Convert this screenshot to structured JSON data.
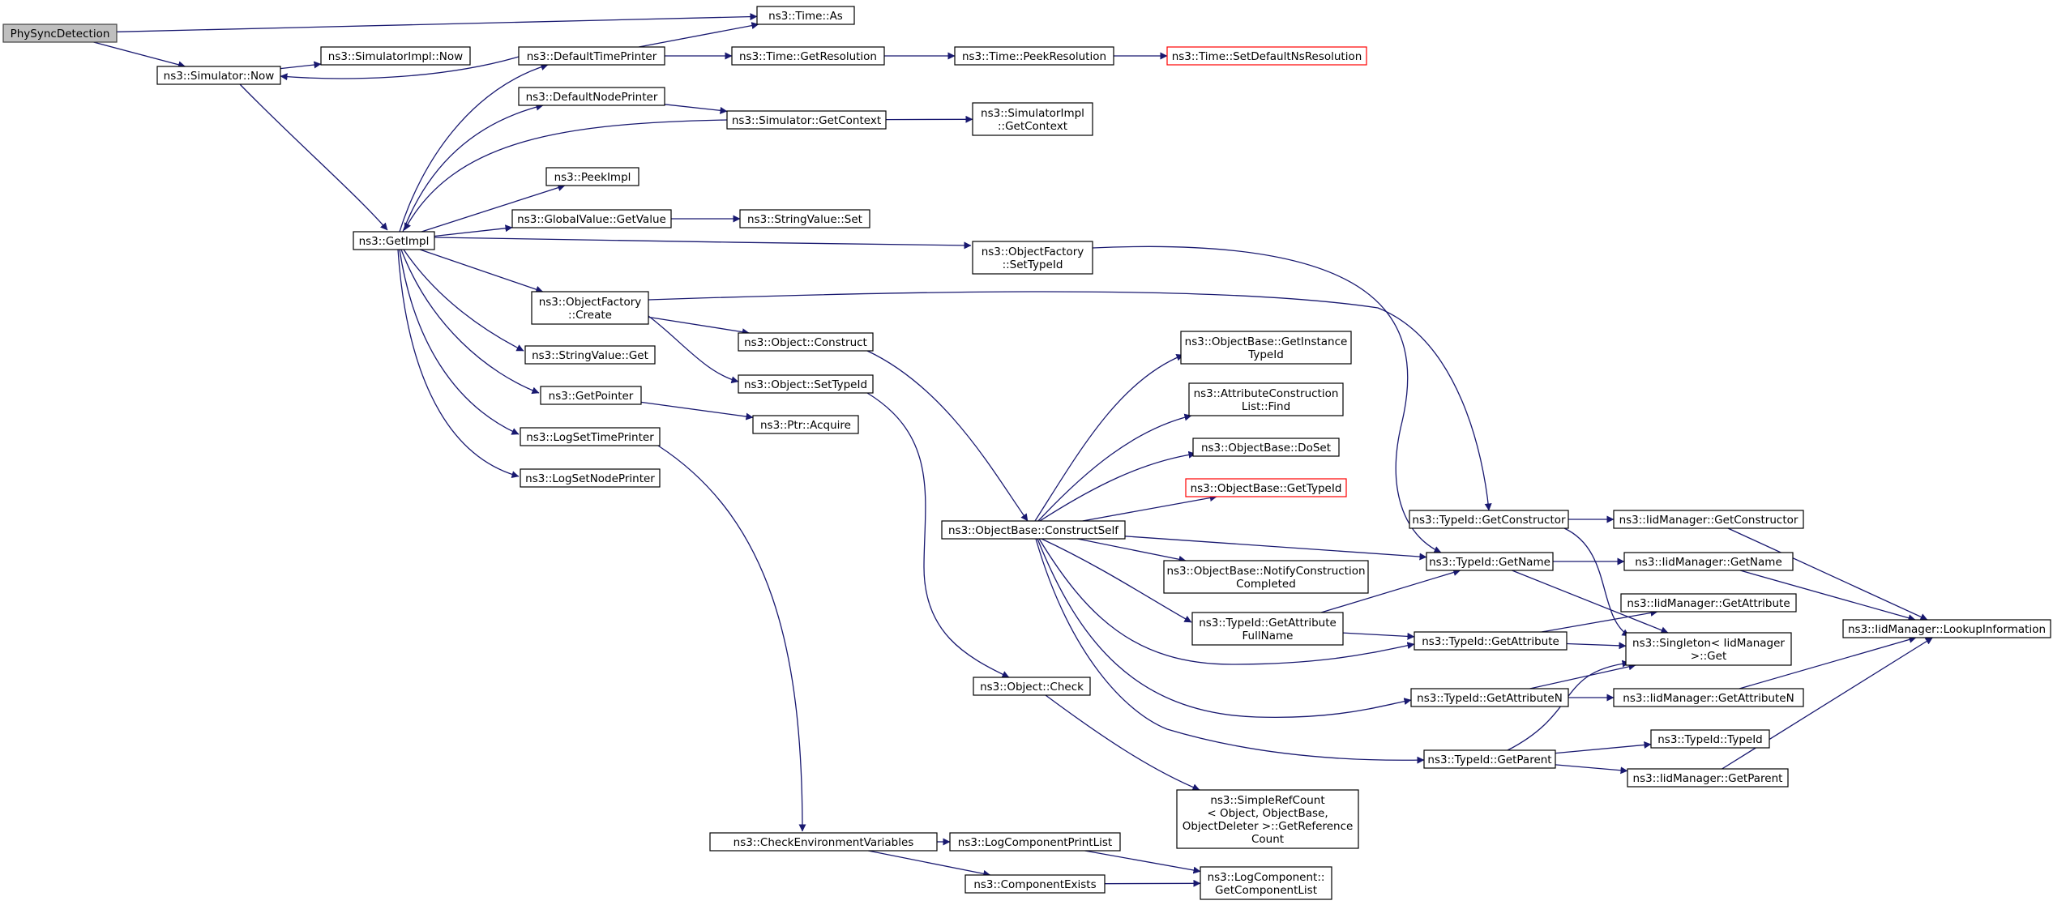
{
  "diagram": {
    "nodes": [
      {
        "id": "physync",
        "label": [
          "PhySyncDetection"
        ],
        "style": "root"
      },
      {
        "id": "sim_now",
        "label": [
          "ns3::Simulator::Now"
        ]
      },
      {
        "id": "simimpl_now",
        "label": [
          "ns3::SimulatorImpl::Now"
        ]
      },
      {
        "id": "time_as",
        "label": [
          "ns3::Time::As"
        ]
      },
      {
        "id": "def_time_printer",
        "label": [
          "ns3::DefaultTimePrinter"
        ]
      },
      {
        "id": "time_getres",
        "label": [
          "ns3::Time::GetResolution"
        ]
      },
      {
        "id": "time_peekres",
        "label": [
          "ns3::Time::PeekResolution"
        ]
      },
      {
        "id": "time_setdef",
        "label": [
          "ns3::Time::SetDefaultNsResolution"
        ],
        "style": "red"
      },
      {
        "id": "def_node_printer",
        "label": [
          "ns3::DefaultNodePrinter"
        ]
      },
      {
        "id": "sim_getctx",
        "label": [
          "ns3::Simulator::GetContext"
        ]
      },
      {
        "id": "simimpl_getctx",
        "label": [
          "ns3::SimulatorImpl",
          "::GetContext"
        ]
      },
      {
        "id": "peekimpl",
        "label": [
          "ns3::PeekImpl"
        ]
      },
      {
        "id": "gv_getvalue",
        "label": [
          "ns3::GlobalValue::GetValue"
        ]
      },
      {
        "id": "sv_set",
        "label": [
          "ns3::StringValue::Set"
        ]
      },
      {
        "id": "getimpl",
        "label": [
          "ns3::GetImpl"
        ]
      },
      {
        "id": "of_settypeid",
        "label": [
          "ns3::ObjectFactory",
          "::SetTypeId"
        ]
      },
      {
        "id": "of_create",
        "label": [
          "ns3::ObjectFactory",
          "::Create"
        ]
      },
      {
        "id": "obj_construct",
        "label": [
          "ns3::Object::Construct"
        ]
      },
      {
        "id": "obj_settypeid",
        "label": [
          "ns3::Object::SetTypeId"
        ]
      },
      {
        "id": "sv_get",
        "label": [
          "ns3::StringValue::Get"
        ]
      },
      {
        "id": "getpointer",
        "label": [
          "ns3::GetPointer"
        ]
      },
      {
        "id": "ptr_acquire",
        "label": [
          "ns3::Ptr::Acquire"
        ]
      },
      {
        "id": "logsettime",
        "label": [
          "ns3::LogSetTimePrinter"
        ]
      },
      {
        "id": "logsetnode",
        "label": [
          "ns3::LogSetNodePrinter"
        ]
      },
      {
        "id": "ob_getinst",
        "label": [
          "ns3::ObjectBase::GetInstance",
          "TypeId"
        ]
      },
      {
        "id": "acl_find",
        "label": [
          "ns3::AttributeConstruction",
          "List::Find"
        ]
      },
      {
        "id": "ob_doset",
        "label": [
          "ns3::ObjectBase::DoSet"
        ]
      },
      {
        "id": "ob_gettypeid",
        "label": [
          "ns3::ObjectBase::GetTypeId"
        ],
        "style": "red"
      },
      {
        "id": "ob_constructself",
        "label": [
          "ns3::ObjectBase::ConstructSelf"
        ]
      },
      {
        "id": "ob_notify",
        "label": [
          "ns3::ObjectBase::NotifyConstruction",
          "Completed"
        ]
      },
      {
        "id": "tid_getattrfull",
        "label": [
          "ns3::TypeId::GetAttribute",
          "FullName"
        ]
      },
      {
        "id": "tid_getctor",
        "label": [
          "ns3::TypeId::GetConstructor"
        ]
      },
      {
        "id": "iid_getctor",
        "label": [
          "ns3::IidManager::GetConstructor"
        ]
      },
      {
        "id": "tid_getname",
        "label": [
          "ns3::TypeId::GetName"
        ]
      },
      {
        "id": "iid_getname",
        "label": [
          "ns3::IidManager::GetName"
        ]
      },
      {
        "id": "iid_getattr",
        "label": [
          "ns3::IidManager::GetAttribute"
        ]
      },
      {
        "id": "tid_getattr",
        "label": [
          "ns3::TypeId::GetAttribute"
        ]
      },
      {
        "id": "singleton_get",
        "label": [
          "ns3::Singleton< IidManager",
          ">::Get"
        ]
      },
      {
        "id": "iid_lookup",
        "label": [
          "ns3::IidManager::LookupInformation"
        ]
      },
      {
        "id": "obj_check",
        "label": [
          "ns3::Object::Check"
        ]
      },
      {
        "id": "tid_getattrn",
        "label": [
          "ns3::TypeId::GetAttributeN"
        ]
      },
      {
        "id": "iid_getattrn",
        "label": [
          "ns3::IidManager::GetAttributeN"
        ]
      },
      {
        "id": "tid_typeid",
        "label": [
          "ns3::TypeId::TypeId"
        ]
      },
      {
        "id": "tid_getparent",
        "label": [
          "ns3::TypeId::GetParent"
        ]
      },
      {
        "id": "iid_getparent",
        "label": [
          "ns3::IidManager::GetParent"
        ]
      },
      {
        "id": "src_getref",
        "label": [
          "ns3::SimpleRefCount",
          "< Object, ObjectBase,",
          " ObjectDeleter >::GetReference",
          "Count"
        ]
      },
      {
        "id": "check_env",
        "label": [
          "ns3::CheckEnvironmentVariables"
        ]
      },
      {
        "id": "logcomp_printlist",
        "label": [
          "ns3::LogComponentPrintList"
        ]
      },
      {
        "id": "comp_exists",
        "label": [
          "ns3::ComponentExists"
        ]
      },
      {
        "id": "logcomp_getlist",
        "label": [
          "ns3::LogComponent::",
          "GetComponentList"
        ]
      }
    ],
    "edges": [
      [
        "physync",
        "time_as"
      ],
      [
        "physync",
        "sim_now"
      ],
      [
        "sim_now",
        "simimpl_now"
      ],
      [
        "sim_now",
        "getimpl"
      ],
      [
        "def_time_printer",
        "time_as"
      ],
      [
        "def_time_printer",
        "sim_now"
      ],
      [
        "def_time_printer",
        "time_getres"
      ],
      [
        "time_getres",
        "time_peekres"
      ],
      [
        "time_peekres",
        "time_setdef"
      ],
      [
        "def_node_printer",
        "sim_getctx"
      ],
      [
        "sim_getctx",
        "simimpl_getctx"
      ],
      [
        "sim_getctx",
        "getimpl"
      ],
      [
        "getimpl",
        "def_time_printer"
      ],
      [
        "getimpl",
        "def_node_printer"
      ],
      [
        "getimpl",
        "peekimpl"
      ],
      [
        "getimpl",
        "gv_getvalue"
      ],
      [
        "gv_getvalue",
        "sv_set"
      ],
      [
        "getimpl",
        "of_settypeid"
      ],
      [
        "getimpl",
        "of_create"
      ],
      [
        "getimpl",
        "sv_get"
      ],
      [
        "getimpl",
        "getpointer"
      ],
      [
        "getimpl",
        "logsettime"
      ],
      [
        "getimpl",
        "logsetnode"
      ],
      [
        "of_settypeid",
        "tid_getname"
      ],
      [
        "of_create",
        "tid_getctor"
      ],
      [
        "of_create",
        "obj_construct"
      ],
      [
        "of_create",
        "obj_settypeid"
      ],
      [
        "getpointer",
        "ptr_acquire"
      ],
      [
        "obj_construct",
        "ob_constructself"
      ],
      [
        "obj_settypeid",
        "obj_check"
      ],
      [
        "logsettime",
        "check_env"
      ],
      [
        "ob_constructself",
        "ob_getinst"
      ],
      [
        "ob_constructself",
        "acl_find"
      ],
      [
        "ob_constructself",
        "ob_doset"
      ],
      [
        "ob_constructself",
        "ob_gettypeid"
      ],
      [
        "ob_constructself",
        "tid_getname"
      ],
      [
        "ob_constructself",
        "ob_notify"
      ],
      [
        "ob_constructself",
        "tid_getattrfull"
      ],
      [
        "ob_constructself",
        "tid_getattr"
      ],
      [
        "ob_constructself",
        "tid_getattrn"
      ],
      [
        "ob_constructself",
        "tid_getparent"
      ],
      [
        "tid_getattrfull",
        "tid_getname"
      ],
      [
        "tid_getattrfull",
        "tid_getattr"
      ],
      [
        "tid_getctor",
        "iid_getctor"
      ],
      [
        "tid_getctor",
        "singleton_get"
      ],
      [
        "tid_getname",
        "iid_getname"
      ],
      [
        "tid_getname",
        "singleton_get"
      ],
      [
        "tid_getattr",
        "iid_getattr"
      ],
      [
        "tid_getattr",
        "singleton_get"
      ],
      [
        "tid_getattrn",
        "iid_getattrn"
      ],
      [
        "tid_getattrn",
        "singleton_get"
      ],
      [
        "tid_getparent",
        "tid_typeid"
      ],
      [
        "tid_getparent",
        "iid_getparent"
      ],
      [
        "tid_getparent",
        "singleton_get"
      ],
      [
        "iid_getctor",
        "iid_lookup"
      ],
      [
        "iid_getname",
        "iid_lookup"
      ],
      [
        "iid_getattrn",
        "iid_lookup"
      ],
      [
        "iid_getparent",
        "iid_lookup"
      ],
      [
        "obj_check",
        "src_getref"
      ],
      [
        "check_env",
        "logcomp_printlist"
      ],
      [
        "check_env",
        "comp_exists"
      ],
      [
        "logcomp_printlist",
        "logcomp_getlist"
      ],
      [
        "comp_exists",
        "logcomp_getlist"
      ]
    ]
  },
  "colors": {
    "edge": "#191970",
    "node_border": "#000000",
    "node_fill": "#ffffff",
    "root_fill": "#bfbfbf",
    "highlight_border": "#ff0000"
  }
}
